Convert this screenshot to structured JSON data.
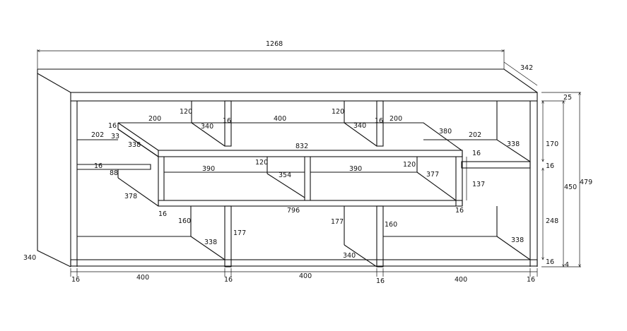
{
  "dimensions": {
    "overall_width": "1268",
    "overall_depth": "342",
    "top_thickness": "25",
    "overall_height": "479",
    "carcass_height": "450",
    "base_clearance": "4",
    "side_depth": "340",
    "upper_shelf_gap": "170",
    "lower_shelf_gap": "248",
    "shelf_thickness_right": "16",
    "bottom_thickness_right": "16",
    "bottom_panel_widths": [
      "16",
      "400",
      "16",
      "400",
      "16",
      "400",
      "16"
    ]
  },
  "upper_section": {
    "left_width": "200",
    "middle_width": "400",
    "right_width": "200",
    "divider_depth_left": "120",
    "divider_depth_right": "120",
    "divider_height_left": "340",
    "divider_height_right": "340",
    "divider_thickness_left": "16",
    "divider_thickness_right": "16",
    "left_block_thickness": "16",
    "left_shelf_length": "202",
    "left_small_offset": "33",
    "left_shelf_depth": "338",
    "right_shelf_length": "202",
    "right_shelf_depth": "338",
    "right_diagonal": "380"
  },
  "drawer_box": {
    "outer_width": "832",
    "top_thickness": "16",
    "inner_width": "796",
    "height": "137",
    "compartment_left_width": "390",
    "compartment_right_width": "390",
    "partition_depth_left": "120",
    "partition_depth_right": "120",
    "partition_diag_left": "354",
    "partition_diag_right": "377",
    "side_left_thickness": "16",
    "side_right_thickness": "16",
    "side_diag_left": "378",
    "left_depth": "88"
  },
  "left_side": {
    "shelf_thickness": "16"
  },
  "lower_section": {
    "left_divider_height": "160",
    "left_divider_inner": "177",
    "right_divider_height": "160",
    "right_divider_inner": "177",
    "right_divider_diag": "340",
    "left_base_depth": "338",
    "right_base_depth": "338"
  }
}
